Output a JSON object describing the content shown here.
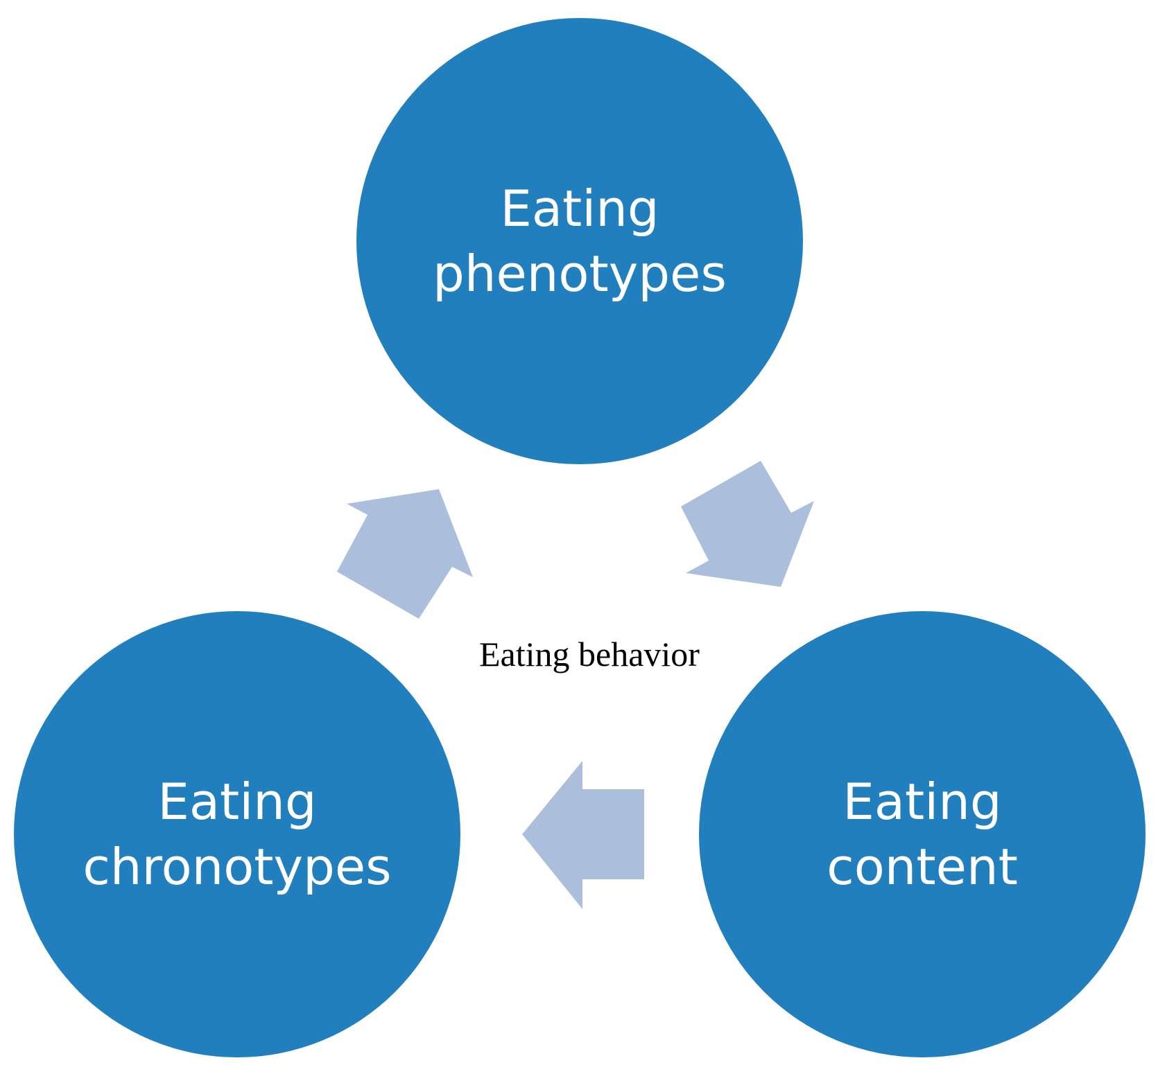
{
  "diagram": {
    "center_label": "Eating behavior",
    "nodes": [
      {
        "id": "top",
        "label": "Eating\nphenotypes"
      },
      {
        "id": "right",
        "label": "Eating\ncontent"
      },
      {
        "id": "left",
        "label": "Eating\nchronotypes"
      }
    ],
    "edges": [
      {
        "from": "top",
        "to": "right"
      },
      {
        "from": "right",
        "to": "left"
      },
      {
        "from": "left",
        "to": "top"
      }
    ]
  },
  "colors": {
    "node_fill": "#227fbe",
    "arrow_fill": "#abbfdd",
    "center_text": "#000000",
    "node_text": "#ffffff"
  }
}
